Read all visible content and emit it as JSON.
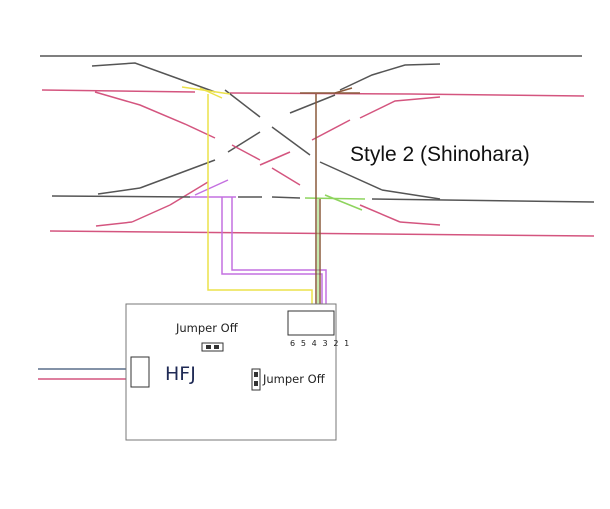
{
  "diagram": {
    "style_title": "Style 2 (Shinohara)",
    "board": {
      "name": "HFJ",
      "jumper_top_label": "Jumper Off",
      "jumper_right_label": "Jumper Off",
      "connector_pins": "6 5 4 3 2 1"
    },
    "colors": {
      "rail_dark": "#555555",
      "rail_pink": "#d4557f",
      "wire_yellow": "#ece24a",
      "wire_brown": "#8a5a3c",
      "wire_purple": "#c470e0",
      "wire_green": "#8ed45e",
      "wire_blue": "#5a6f8a",
      "board_border": "#777777",
      "board_text": "#1f2a55"
    }
  }
}
